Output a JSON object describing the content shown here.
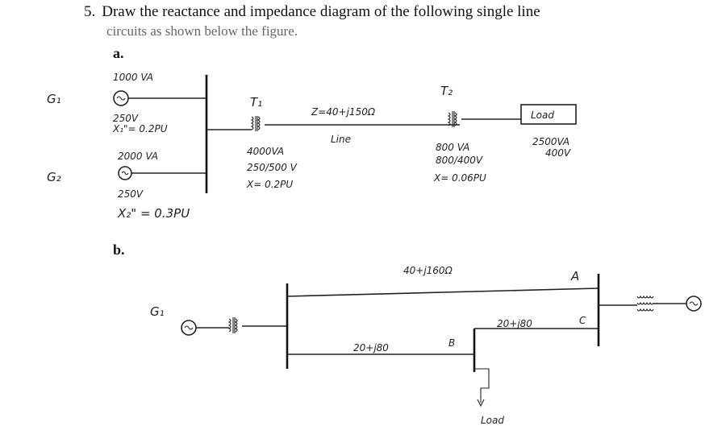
{
  "question": {
    "number": "5.",
    "text": "Draw the reactance and impedance diagram of the following single line",
    "subtext": "circuits as shown below the figure."
  },
  "part_a": {
    "label": "a.",
    "g1": {
      "name": "G₁",
      "rating": "1000 VA",
      "voltage": "250V",
      "reactance": "X₁\"= 0.2PU"
    },
    "g2": {
      "name": "G₂",
      "rating": "2000 VA",
      "voltage": "250V",
      "reactance": "X₂\" = 0.3PU"
    },
    "t1": {
      "name": "T₁",
      "rating": "4000VA",
      "ratio": "250/500 V",
      "reactance": "X= 0.2PU"
    },
    "line": {
      "impedance": "Z=40+j150Ω",
      "label": "Line"
    },
    "t2": {
      "name": "T₂",
      "rating": "800 VA",
      "ratio": "800/400V",
      "reactance": "X= 0.06PU"
    },
    "load": {
      "label": "Load",
      "rating": "2500VA",
      "voltage": "400V"
    }
  },
  "part_b": {
    "label": "b.",
    "g1": {
      "name": "G₁"
    },
    "line_top": "40+j160Ω",
    "line_ab": "20+j80",
    "line_bc": "20+j80",
    "node_a": "A",
    "node_b": "B",
    "node_c": "C",
    "load": "Load"
  }
}
